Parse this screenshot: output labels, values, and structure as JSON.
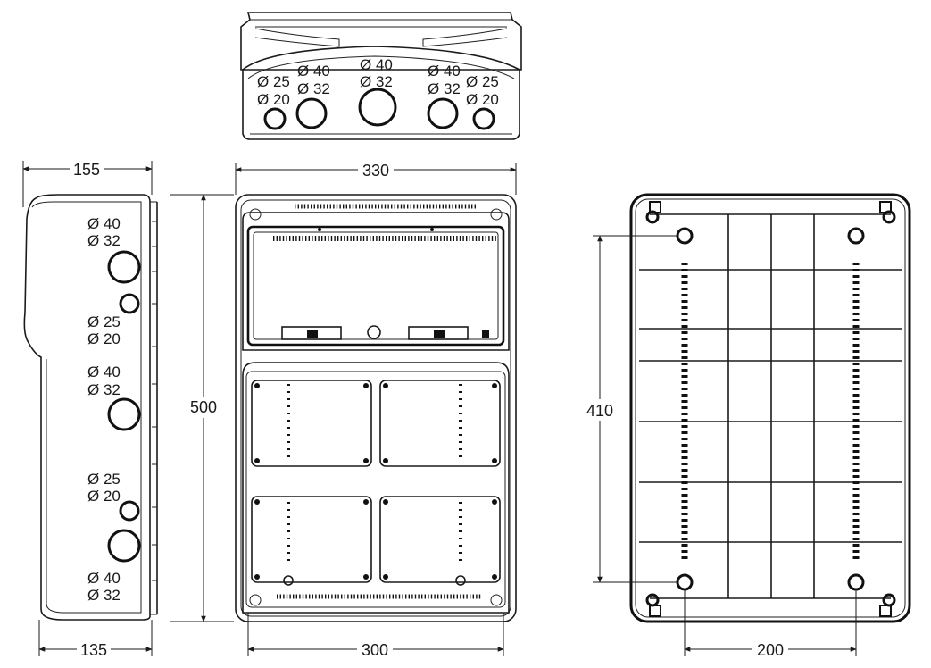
{
  "top_view": {
    "labels": {
      "d40_left": "Ø 40",
      "d32_left": "Ø 32",
      "d40_center": "Ø 40",
      "d32_center": "Ø 32",
      "d40_right": "Ø 40",
      "d32_right": "Ø 32",
      "d25_left": "Ø 25",
      "d20_left": "Ø 20",
      "d25_right": "Ø 25",
      "d20_right": "Ø 20"
    }
  },
  "side_view": {
    "labels": {
      "g1_d40": "Ø 40",
      "g1_d32": "Ø 32",
      "g2_d25": "Ø 25",
      "g2_d20": "Ø 20",
      "g3_d40": "Ø 40",
      "g3_d32": "Ø 32",
      "g4_d25": "Ø 25",
      "g4_d20": "Ø 20",
      "g5_d40": "Ø 40",
      "g5_d32": "Ø 32"
    }
  },
  "dimensions": {
    "side_depth_top": "155",
    "side_depth_bottom": "135",
    "front_width_top": "330",
    "front_height": "500",
    "front_width_bottom": "300",
    "back_hole_vertical": "410",
    "back_hole_horizontal": "200"
  }
}
